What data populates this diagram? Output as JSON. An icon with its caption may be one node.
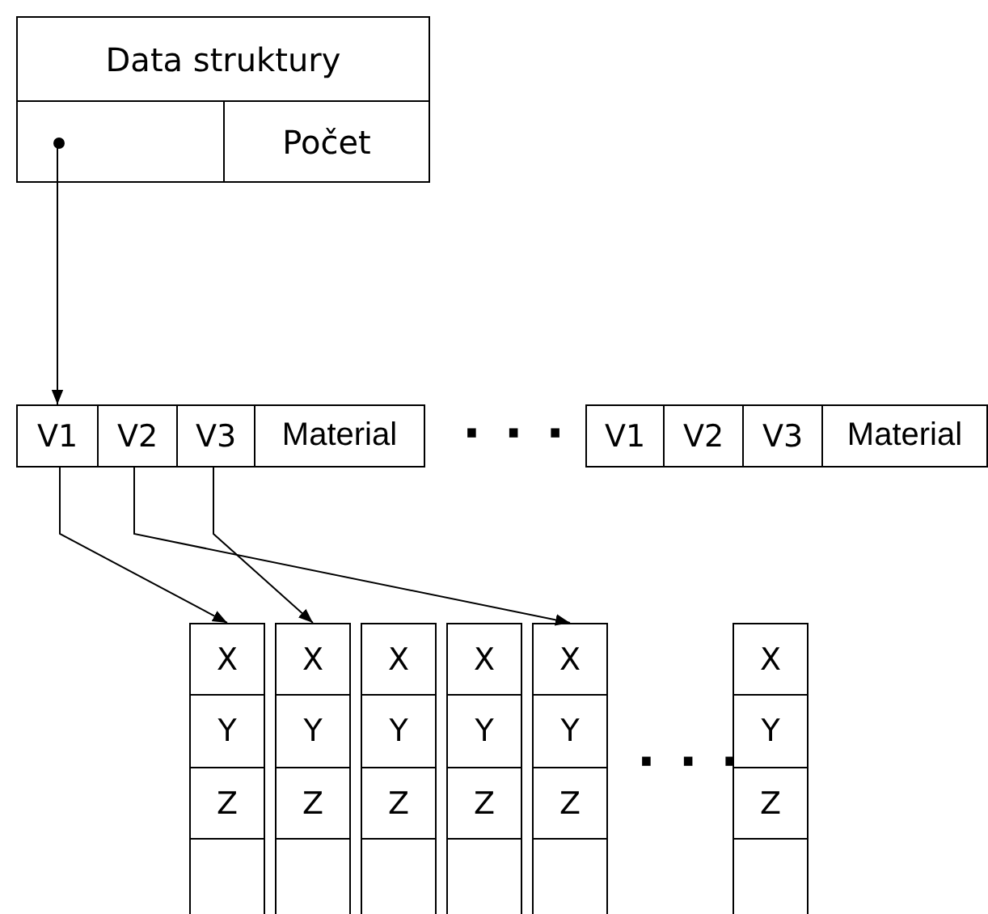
{
  "diagram": {
    "nodes": [
      {
        "text": [
          "Data struktury"
        ]
      },
      {
        "text": [],
        "shape": "box"
      },
      {
        "text": [],
        "shape": "circle",
        "in": 1
      },
      {
        "text": [
          "Počet"
        ]
      },
      {
        "text": [
          "V1"
        ]
      },
      {
        "text": [
          "V2"
        ]
      },
      {
        "text": [
          "V3"
        ]
      },
      {
        "text": [
          "Material"
        ]
      },
      {
        "text": [
          "V1"
        ]
      },
      {
        "text": [
          "V2"
        ]
      },
      {
        "text": [
          "V3"
        ]
      },
      {
        "text": [
          "Material"
        ]
      },
      {
        "text": [
          "X"
        ]
      },
      {
        "text": [
          "Y"
        ]
      },
      {
        "text": [
          "Z"
        ]
      },
      {
        "text": [],
        "shape": "box"
      },
      {
        "text": [
          "X"
        ]
      },
      {
        "text": [
          "Y"
        ]
      },
      {
        "text": [
          "Z"
        ]
      },
      {
        "text": [],
        "shape": "box"
      },
      {
        "text": [
          "X"
        ]
      },
      {
        "text": [
          "Y"
        ]
      },
      {
        "text": [
          "Z"
        ]
      },
      {
        "text": [],
        "shape": "box"
      },
      {
        "text": [
          "X"
        ]
      },
      {
        "text": [
          "Y"
        ]
      },
      {
        "text": [
          "Z"
        ]
      },
      {
        "text": [],
        "shape": "box"
      },
      {
        "text": [
          "X"
        ]
      },
      {
        "text": [
          "Y"
        ]
      },
      {
        "text": [
          "Z"
        ]
      },
      {
        "text": [],
        "shape": "box"
      },
      {
        "text": [
          "X"
        ]
      },
      {
        "text": [
          "Y"
        ]
      },
      {
        "text": [
          "Z"
        ]
      },
      {
        "text": [],
        "shape": "box"
      }
    ],
    "edges": [
      {
        "from": 2,
        "to": 4,
        "arrow": "to"
      },
      {
        "from": 4,
        "to": 12,
        "arrow": "to"
      },
      {
        "from": 5,
        "to": 28,
        "arrow": "to"
      },
      {
        "from": 6,
        "to": 16,
        "arrow": "to"
      }
    ],
    "labels": [
      "· · ·",
      "· · ·"
    ]
  }
}
